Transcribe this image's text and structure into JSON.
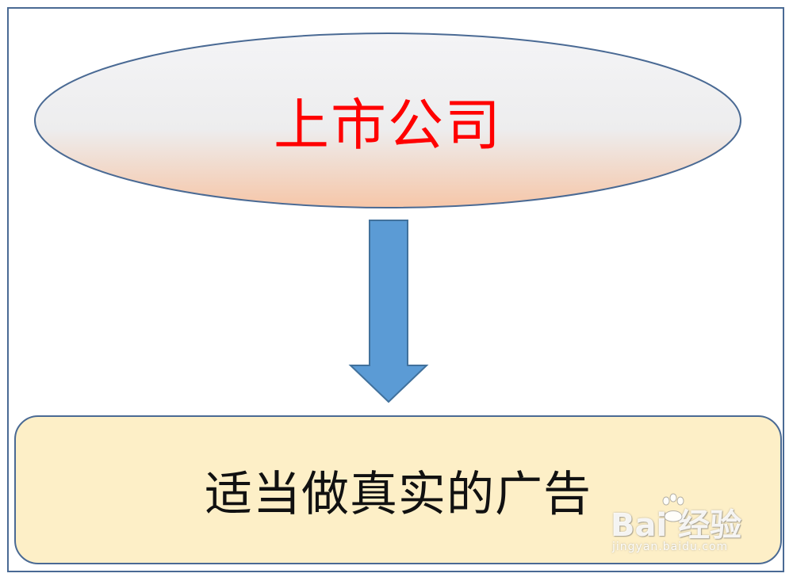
{
  "diagram": {
    "top_node": {
      "label": "上市公司"
    },
    "bottom_node": {
      "label": "适当做真实的广告"
    },
    "connector": {
      "direction": "down"
    }
  },
  "watermark": {
    "brand": "Bai  经验",
    "url": "jingyan.baidu.com"
  },
  "colors": {
    "frame": "#4a6a94",
    "arrow_fill": "#5b9bd5",
    "arrow_stroke": "#41719c",
    "top_text": "#ff0000",
    "box_fill": "#fdefc7"
  }
}
